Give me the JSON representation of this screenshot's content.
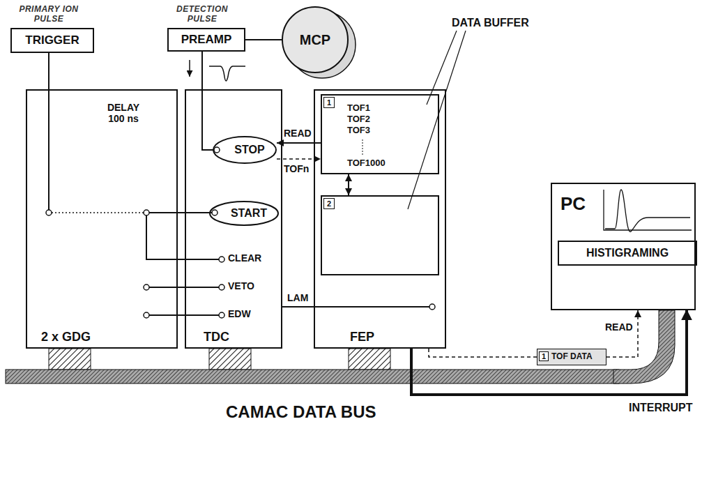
{
  "diagram": {
    "nodes": [
      {
        "text": [
          "PRIMARY ION PULSE",
          "TRIGGER"
        ]
      },
      {
        "text": [
          "DETECTION PULSE",
          "PREAMP"
        ]
      },
      {
        "text": [
          "MCP"
        ]
      },
      {
        "text": [
          "DELAY 100 ns",
          "2 x GDG"
        ]
      },
      {
        "text": [
          "TDC"
        ]
      },
      {
        "text": [
          "STOP"
        ],
        "in": 4
      },
      {
        "text": [
          "START"
        ],
        "in": 4
      },
      {
        "text": [
          "FEP"
        ]
      },
      {
        "text": [
          "1",
          "TOF1 TOF2 TOF3",
          "TOF1000"
        ],
        "in": 7
      },
      {
        "text": [
          "2"
        ],
        "in": 7
      },
      {
        "text": [
          "PC"
        ]
      },
      {
        "text": [
          "HISTIGRAMING"
        ],
        "in": 10
      },
      {
        "text": [
          "1",
          "TOF DATA"
        ]
      }
    ],
    "edges": [
      {
        "from": 0,
        "to": 3,
        "arrow": "none"
      },
      {
        "from": 1,
        "to": 2,
        "arrow": "none"
      },
      {
        "from": 1,
        "to": 5,
        "arrow": "none"
      },
      {
        "from": 3,
        "to": 6,
        "arrow": "none"
      },
      {
        "from": 8,
        "to": 5,
        "label": "READ",
        "arrow": "to"
      },
      {
        "from": 5,
        "to": 8,
        "label": "TOFn",
        "arrow": "to"
      },
      {
        "from": 4,
        "to": 7,
        "label": "LAM",
        "arrow": "none"
      },
      {
        "from": 8,
        "to": 9,
        "arrow": "both"
      },
      {
        "from": 7,
        "to": 10,
        "label": "INTERRUPT",
        "arrow": "to"
      },
      {
        "from": 12,
        "to": 10,
        "label": "READ",
        "arrow": "to"
      },
      {
        "from": 7,
        "to": 12,
        "arrow": "none"
      }
    ],
    "labels": [
      "DATA BUFFER",
      "CLEAR",
      "VETO",
      "EDW",
      "CAMAC DATA BUS"
    ]
  }
}
